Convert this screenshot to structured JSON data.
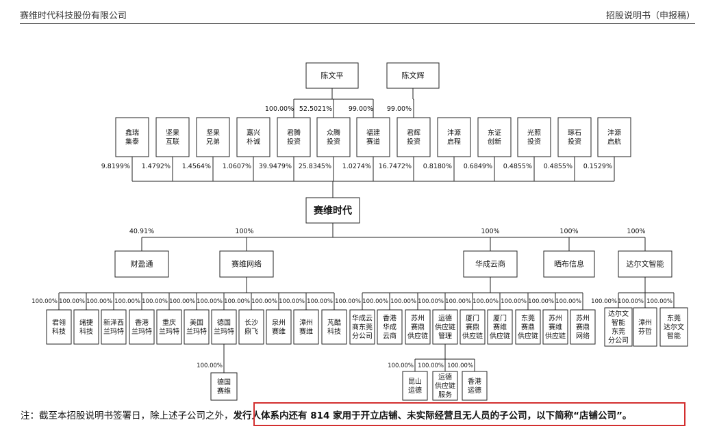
{
  "header": {
    "company": "赛维时代科技股份有限公司",
    "doc_title": "招股说明书（申报稿）"
  },
  "chart": {
    "top_people": [
      {
        "id": "p_cwp",
        "label": [
          "陈文平"
        ]
      },
      {
        "id": "p_cwh",
        "label": [
          "陈文辉"
        ]
      }
    ],
    "top_pcts": [
      {
        "text": "100.00%",
        "kind": "n"
      },
      {
        "text": "52.5021%",
        "kind": "n"
      },
      {
        "text": "99.00%",
        "kind": "n"
      },
      {
        "text": "99.00%",
        "kind": "n"
      }
    ],
    "shareholders": [
      {
        "label": [
          "鑫瑞",
          "集泰"
        ],
        "pct": "9.8199%"
      },
      {
        "label": [
          "坚果",
          "互联"
        ],
        "pct": "1.4792%"
      },
      {
        "label": [
          "坚果",
          "兄弟"
        ],
        "pct": "1.4564%"
      },
      {
        "label": [
          "嘉兴",
          "朴诚"
        ],
        "pct": "1.0607%"
      },
      {
        "label": [
          "君腾",
          "投资"
        ],
        "pct": "39.9479%"
      },
      {
        "label": [
          "众腾",
          "投资"
        ],
        "pct": "25.8345%"
      },
      {
        "label": [
          "福建",
          "赛道"
        ],
        "pct": "1.0274%"
      },
      {
        "label": [
          "君辉",
          "投资"
        ],
        "pct": "16.7472%"
      },
      {
        "label": [
          "沣源",
          "启程"
        ],
        "pct": "0.8180%"
      },
      {
        "label": [
          "东证",
          "创新"
        ],
        "pct": "0.6849%"
      },
      {
        "label": [
          "光照",
          "投资"
        ],
        "pct": "0.4855%"
      },
      {
        "label": [
          "琢石",
          "投资"
        ],
        "pct": "0.4855%"
      },
      {
        "label": [
          "沣源",
          "启航"
        ],
        "pct": "0.1529%"
      }
    ],
    "center": {
      "label": [
        "赛维时代"
      ]
    },
    "level2": [
      {
        "label": [
          "财盈通"
        ],
        "pct": "40.91%"
      },
      {
        "label": [
          "赛维网络"
        ],
        "pct": "100%"
      },
      {
        "label": [
          "华成云商"
        ],
        "pct": "100%"
      },
      {
        "label": [
          "晒布信息"
        ],
        "pct": "100%"
      },
      {
        "label": [
          "达尔文智能"
        ],
        "pct": "100%"
      }
    ],
    "network_subs": [
      {
        "label": [
          "君翎",
          "科技"
        ],
        "pct": "100.00%"
      },
      {
        "label": [
          "绪捷",
          "科技"
        ],
        "pct": "100.00%"
      },
      {
        "label": [
          "新泽西",
          "兰玛特"
        ],
        "pct": "100.00%"
      },
      {
        "label": [
          "香港",
          "兰玛特"
        ],
        "pct": "100.00%"
      },
      {
        "label": [
          "重庆",
          "兰玛特"
        ],
        "pct": "100.00%"
      },
      {
        "label": [
          "美国",
          "兰玛特"
        ],
        "pct": "100.00%"
      },
      {
        "label": [
          "德国",
          "兰玛特"
        ],
        "pct": "100.00%"
      },
      {
        "label": [
          "长沙",
          "鼎飞"
        ],
        "pct": "100.00%"
      },
      {
        "label": [
          "泉州",
          "赛维"
        ],
        "pct": "100.00%"
      },
      {
        "label": [
          "漳州",
          "赛维"
        ],
        "pct": "100.00%"
      },
      {
        "label": [
          "芃酷",
          "科技"
        ],
        "pct": "100.00%"
      }
    ],
    "germany_sub": {
      "label": [
        "德国",
        "赛维"
      ],
      "pct": "100.00%"
    },
    "huacheng_subs": [
      {
        "label": [
          "华成云",
          "商东莞",
          "分公司"
        ],
        "pct": "100.00%"
      },
      {
        "label": [
          "香港",
          "华成",
          "云商"
        ],
        "pct": "100.00%"
      },
      {
        "label": [
          "苏州",
          "赛鼎",
          "供应链"
        ],
        "pct": "100.00%"
      },
      {
        "label": [
          "运德",
          "供应链",
          "管理"
        ],
        "pct": "100.00%"
      },
      {
        "label": [
          "厦门",
          "赛鼎",
          "供应链"
        ],
        "pct": "100.00%"
      },
      {
        "label": [
          "厦门",
          "赛维",
          "供应链"
        ],
        "pct": "100.00%"
      },
      {
        "label": [
          "东莞",
          "赛鼎",
          "供应链"
        ],
        "pct": "100.00%"
      },
      {
        "label": [
          "苏州",
          "赛维",
          "供应链"
        ],
        "pct": "100.00%"
      },
      {
        "label": [
          "苏州",
          "赛鼎",
          "网络"
        ],
        "pct": "100.00%"
      }
    ],
    "yunde_subs": [
      {
        "label": [
          "昆山",
          "运德"
        ],
        "pct": "100.00%"
      },
      {
        "label": [
          "运德",
          "供应链",
          "服务"
        ],
        "pct": "100.00%"
      },
      {
        "label": [
          "香港",
          "运德"
        ],
        "pct": "100.00%"
      }
    ],
    "darwin_subs": [
      {
        "label": [
          "达尔文",
          "智能",
          "东莞",
          "分公司"
        ],
        "pct": "100.00%"
      },
      {
        "label": [
          "漳州",
          "芬哲"
        ],
        "pct": "100.00%"
      },
      {
        "label": [
          "东莞",
          "达尔文",
          "智能"
        ],
        "pct": "100.00%"
      }
    ]
  },
  "note": {
    "prefix": "注：截至本招股说明书签署日，除上述子公司之外，",
    "highlight": "发行人体系内还有 814 家用于开立店铺、未实际经营且无人员的子公司，以下简称“店铺公司”。"
  },
  "colors": {
    "highlight_border": "#d32f2f",
    "line": "#222222"
  }
}
